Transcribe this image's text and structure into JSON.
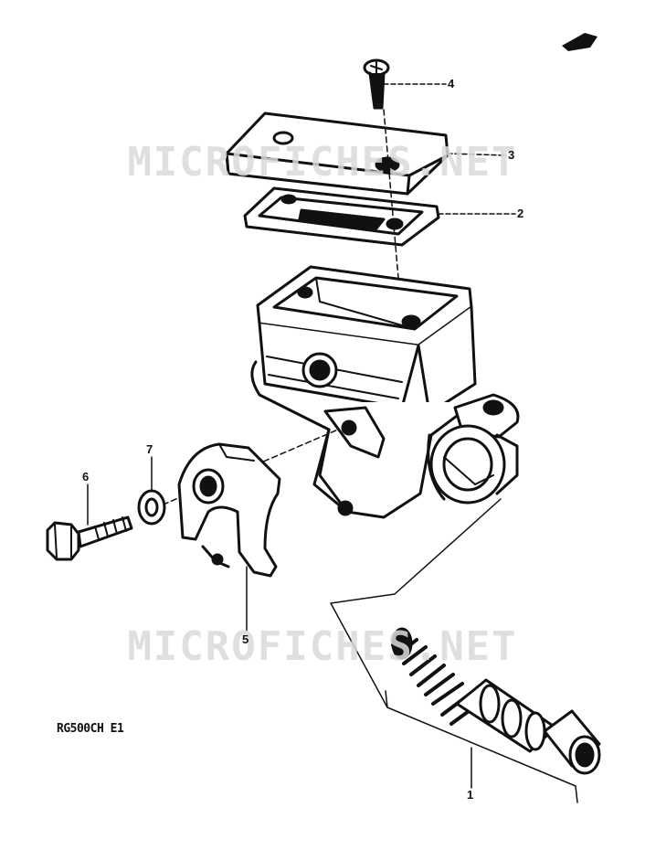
{
  "watermark": "MICROFICHES.NET",
  "model_code": "RG500CH E1",
  "callouts": {
    "c1": "1",
    "c2": "2",
    "c3": "3",
    "c4": "4",
    "c5": "5",
    "c6": "6",
    "c7": "7"
  }
}
